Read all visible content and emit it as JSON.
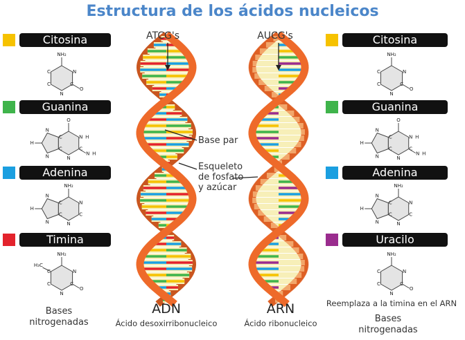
{
  "title": "Estructura de los ácidos nucleicos",
  "colors": {
    "citosina": "#f6c200",
    "guanina": "#3fb44b",
    "adenina": "#1b9fe0",
    "timina": "#e3232c",
    "uracilo": "#9a2c8e",
    "backbone": "#ee6a2a",
    "title": "#4b86c9"
  },
  "left": {
    "bases": [
      {
        "name": "Citosina",
        "color": "#f6c200"
      },
      {
        "name": "Guanina",
        "color": "#3fb44b"
      },
      {
        "name": "Adenina",
        "color": "#1b9fe0"
      },
      {
        "name": "Timina",
        "color": "#e3232c"
      }
    ],
    "caption_line1": "Bases",
    "caption_line2": "nitrogenadas"
  },
  "right": {
    "bases": [
      {
        "name": "Citosina",
        "color": "#f6c200"
      },
      {
        "name": "Guanina",
        "color": "#3fb44b"
      },
      {
        "name": "Adenina",
        "color": "#1b9fe0"
      },
      {
        "name": "Uracilo",
        "color": "#9a2c8e"
      }
    ],
    "note": "Reemplaza a la timina en el ARN",
    "caption_line1": "Bases",
    "caption_line2": "nitrogenadas"
  },
  "dna": {
    "top_label": "ATCG's",
    "name": "ADN",
    "full_name": "Ácido desoxirribonucleico"
  },
  "rna": {
    "top_label": "AUCG's",
    "name": "ARN",
    "full_name": "Ácido ribonucleico"
  },
  "annotations": {
    "base_pair": "Base par",
    "backbone_1": "Esqueleto",
    "backbone_2": "de fosfato",
    "backbone_3": "y azúcar"
  },
  "atoms": {
    "nh2": "NH₂",
    "c": "C",
    "n": "N",
    "o": "O",
    "h": "H",
    "ch3": "H₃C"
  }
}
